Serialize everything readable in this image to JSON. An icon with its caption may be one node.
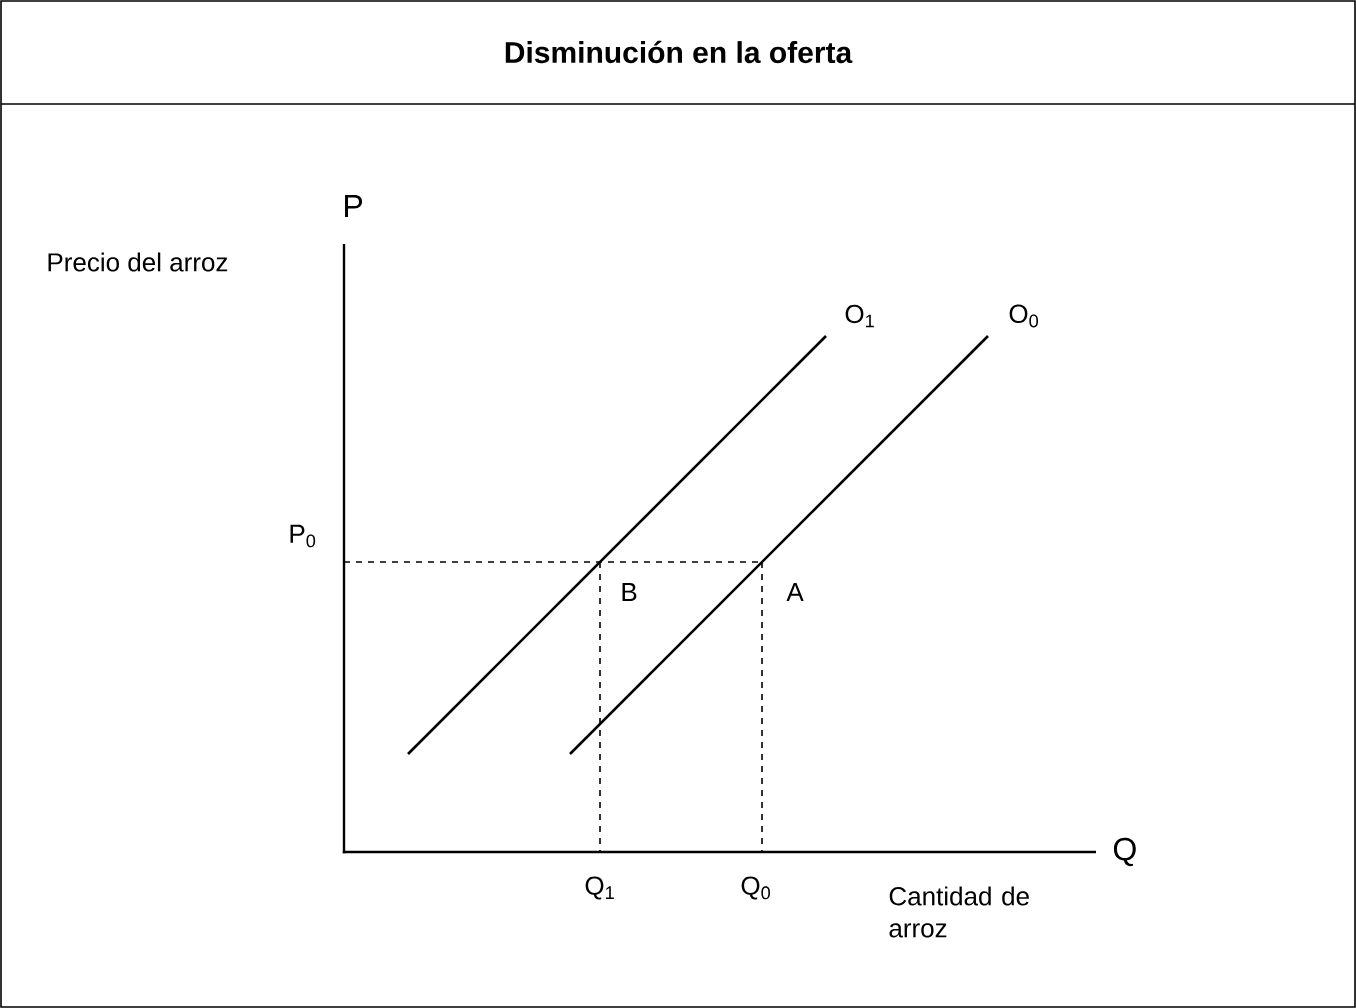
{
  "diagram": {
    "title": "Disminución en la oferta",
    "labels": [
      "P",
      "Precio del arroz",
      "O$_{1}$",
      "O$_{0}$",
      "P$_{0}$",
      "B",
      "A",
      "Q",
      "Q$_{1}$",
      "Q$_{0}$",
      "Cantidad de arroz"
    ]
  }
}
